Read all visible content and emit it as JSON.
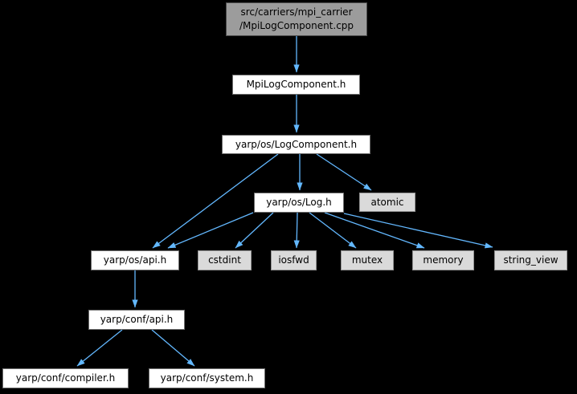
{
  "graph": {
    "type": "include-dependency-graph",
    "colors": {
      "bg_color": "#000000",
      "edge_color": "#63b8ff",
      "node_text_color": "#000000",
      "node_fill_root": "#9c9c9c",
      "node_border_root": "#4d4d4d",
      "node_fill_internal": "#ffffff",
      "node_border_internal": "#6e6e6e",
      "node_fill_external": "#dadada",
      "node_border_external": "#949494"
    },
    "nodes": [
      {
        "id": "mpilogcomponent-cpp",
        "label": "src/carriers/mpi_carrier\n/MpiLogComponent.cpp",
        "type": "root"
      },
      {
        "id": "mpilogcomponent-h",
        "label": "MpiLogComponent.h",
        "type": "internal"
      },
      {
        "id": "logcomponent-h",
        "label": "yarp/os/LogComponent.h",
        "type": "internal"
      },
      {
        "id": "log-h",
        "label": "yarp/os/Log.h",
        "type": "internal"
      },
      {
        "id": "atomic",
        "label": "atomic",
        "type": "external"
      },
      {
        "id": "os-api-h",
        "label": "yarp/os/api.h",
        "type": "internal"
      },
      {
        "id": "cstdint",
        "label": "cstdint",
        "type": "external"
      },
      {
        "id": "iosfwd",
        "label": "iosfwd",
        "type": "external"
      },
      {
        "id": "mutex",
        "label": "mutex",
        "type": "external"
      },
      {
        "id": "memory",
        "label": "memory",
        "type": "external"
      },
      {
        "id": "string-view",
        "label": "string_view",
        "type": "external"
      },
      {
        "id": "conf-api-h",
        "label": "yarp/conf/api.h",
        "type": "internal"
      },
      {
        "id": "conf-compiler-h",
        "label": "yarp/conf/compiler.h",
        "type": "internal"
      },
      {
        "id": "conf-system-h",
        "label": "yarp/conf/system.h",
        "type": "internal"
      }
    ],
    "edges": [
      {
        "from": "mpilogcomponent-cpp",
        "to": "mpilogcomponent-h"
      },
      {
        "from": "mpilogcomponent-h",
        "to": "logcomponent-h"
      },
      {
        "from": "logcomponent-h",
        "to": "log-h"
      },
      {
        "from": "logcomponent-h",
        "to": "atomic"
      },
      {
        "from": "logcomponent-h",
        "to": "os-api-h"
      },
      {
        "from": "log-h",
        "to": "os-api-h"
      },
      {
        "from": "log-h",
        "to": "cstdint"
      },
      {
        "from": "log-h",
        "to": "iosfwd"
      },
      {
        "from": "log-h",
        "to": "mutex"
      },
      {
        "from": "log-h",
        "to": "memory"
      },
      {
        "from": "log-h",
        "to": "string-view"
      },
      {
        "from": "os-api-h",
        "to": "conf-api-h"
      },
      {
        "from": "conf-api-h",
        "to": "conf-compiler-h"
      },
      {
        "from": "conf-api-h",
        "to": "conf-system-h"
      }
    ]
  }
}
